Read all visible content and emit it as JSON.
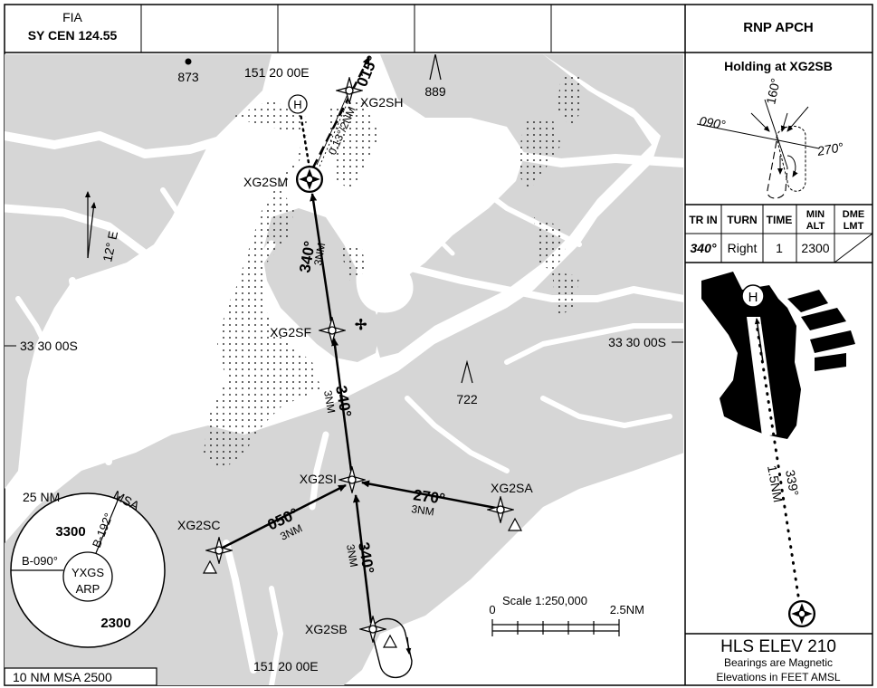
{
  "header": {
    "freq_line1": "FIA",
    "freq_line2": "SY CEN 124.55",
    "title": "RNP APCH"
  },
  "map": {
    "waypoints": {
      "xg2sm": "XG2SM",
      "xg2sh": "XG2SH",
      "xg2sf": "XG2SF",
      "xg2si": "XG2SI",
      "xg2sa": "XG2SA",
      "xg2sc": "XG2SC",
      "xg2sb": "XG2SB"
    },
    "heli_symbol": "H",
    "spot_heights": {
      "h873": "873",
      "h889": "889",
      "h722": "722"
    },
    "grid_labels": {
      "lon_top": "151 20 00E",
      "lon_bottom": "151 20 00E",
      "lat_left": "33 30 00S",
      "lat_right": "33 30 00S"
    },
    "north_arrow": "12° E",
    "legs": {
      "sm_sh_track": "015°",
      "sm_sh_dist": "0.13°/2NM",
      "sf_sm_track": "340°",
      "sf_sm_dist": "3NM",
      "si_sf_track": "340°",
      "si_sf_dist": "3NM",
      "sa_si_track": "270°",
      "sa_si_dist": "3NM",
      "sc_si_track": "050°",
      "sc_si_dist": "3NM",
      "sb_si_track": "340°",
      "sb_si_dist": "3NM"
    },
    "scale": {
      "label": "Scale 1:250,000",
      "start": "0",
      "end": "2.5NM"
    },
    "msa": {
      "radius": "25 NM",
      "label": "MSA",
      "sector_a": "3300",
      "sector_b": "2300",
      "bearing_1": "B-192°",
      "bearing_2": "B-090°",
      "center_1": "YXGS",
      "center_2": "ARP"
    },
    "msa_10nm": "10 NM MSA 2500"
  },
  "holding": {
    "title": "Holding at XG2SB",
    "b160": "160°",
    "b090": "090°",
    "b270": "270°"
  },
  "hold_table": {
    "headers": [
      "TR IN",
      "TURN",
      "TIME",
      "MIN ALT",
      "DME LMT"
    ],
    "min_alt_1": "MIN",
    "min_alt_2": "ALT",
    "dme_1": "DME",
    "dme_2": "LMT",
    "values": [
      "340°",
      "Right",
      "1",
      "2300",
      ""
    ]
  },
  "inset": {
    "heli": "H",
    "track": "339°",
    "dist": "1.5NM"
  },
  "footer": {
    "elev": "HLS ELEV 210",
    "note1": "Bearings are Magnetic",
    "note2": "Elevations in FEET AMSL"
  }
}
